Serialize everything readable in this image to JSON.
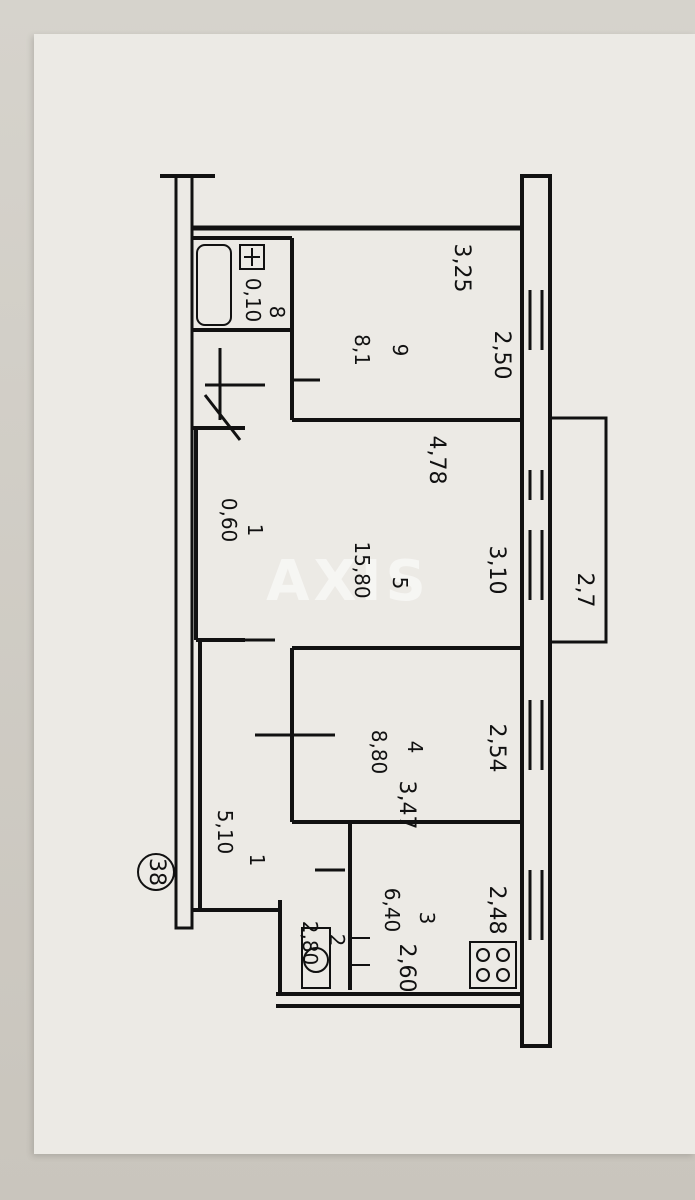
{
  "watermark": "AXIS",
  "room_9": {
    "number": "9",
    "area": "8,1",
    "width": "3,25",
    "length": "2,50"
  },
  "room_8": {
    "number": "8",
    "area": "0,10"
  },
  "room_7_hall": {
    "number": "1",
    "area": "0,60"
  },
  "room_5": {
    "number": "5",
    "area": "15,80",
    "width": "3,10",
    "length": "4,78"
  },
  "balcony": {
    "area": "2,7"
  },
  "room_4": {
    "number": "4",
    "area": "8,80",
    "width": "3,47",
    "length": "2,54"
  },
  "room_1_hall": {
    "number": "1",
    "area": "5,10"
  },
  "room_3": {
    "number": "3",
    "area": "6,40",
    "width": "2,48",
    "length": "2,60"
  },
  "room_2": {
    "number": "2",
    "area": "2,80"
  },
  "entrance_marker": "38"
}
